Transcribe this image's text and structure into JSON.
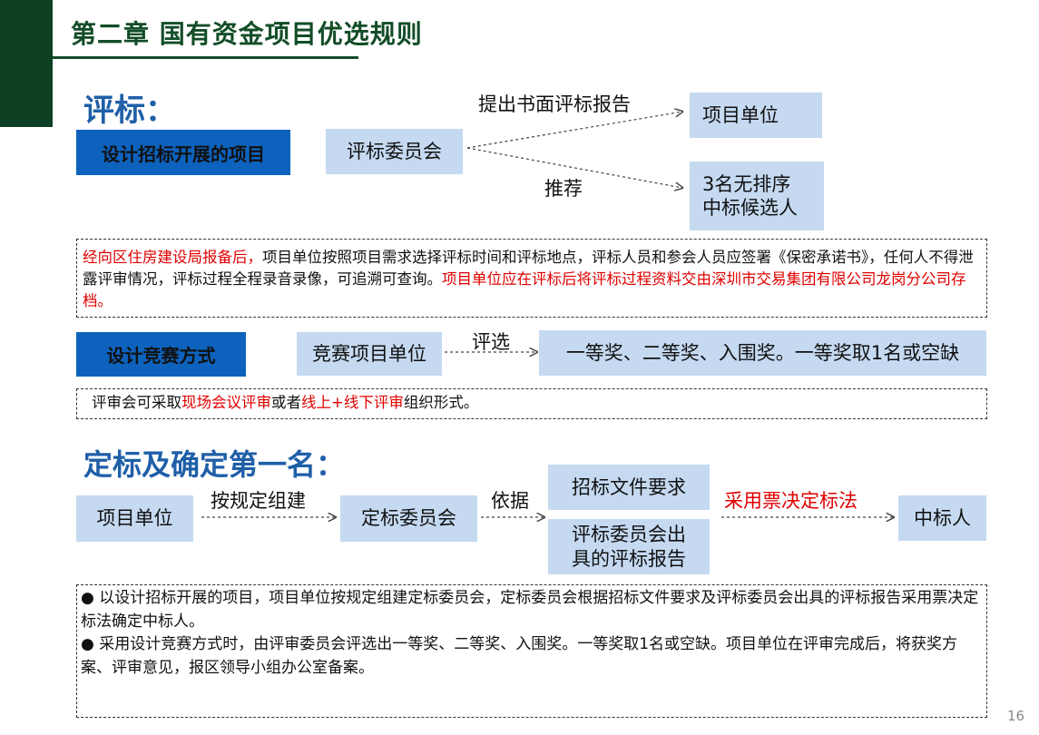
{
  "header": {
    "title": "第二章 国有资金项目优选规则"
  },
  "section1": {
    "heading": "评标：",
    "tag1": "设计招标开展的项目",
    "committee": "评标委员会",
    "report_label": "提出书面评标报告",
    "recommend_label": "推荐",
    "project_unit": "项目单位",
    "candidates": [
      "3名无排序",
      "中标候选人"
    ],
    "note": {
      "red1": "经向区住房建设局报备后，",
      "black": "项目单位按照项目需求选择评标时间和评标地点，评标人员和参会人员应签署《保密承诺书》，任何人不得泄露评审情况，评标过程全程录音录像，可追溯可查询。",
      "red2": "项目单位应在评标后将评标过程资料交由深圳市交易集团有限公司龙岗分公司存档。"
    },
    "tag2": "设计竞赛方式",
    "contest_unit": "竞赛项目单位",
    "select_label": "评选",
    "awards": "一等奖、二等奖、入围奖。一等奖取1名或空缺",
    "note2": {
      "a": "评审会可采取",
      "b": "现场会议评审",
      "c": "或者",
      "d": "线上+线下评审",
      "e": "组织形式。"
    }
  },
  "section2": {
    "heading": "定标及确定第一名：",
    "project_unit": "项目单位",
    "form_label": "按规定组建",
    "committee": "定标委员会",
    "basis_label": "依据",
    "doc1": "招标文件要求",
    "doc2": [
      "评标委员会出",
      "具的评标报告"
    ],
    "method_label": "采用票决定标法",
    "winner": "中标人",
    "bullets": [
      "● 以设计招标开展的项目，项目单位按规定组建定标委员会，定标委员会根据招标文件要求及评标委员会出具的评标报告采用票决定标法确定中标人。",
      "● 采用设计竞赛方式时，由评审委员会评选出一等奖、二等奖、入围奖。一等奖取1名或空缺。项目单位在评审完成后，将获奖方案、评审意见，报区领导小组办公室备案。"
    ]
  },
  "page_number": "16"
}
